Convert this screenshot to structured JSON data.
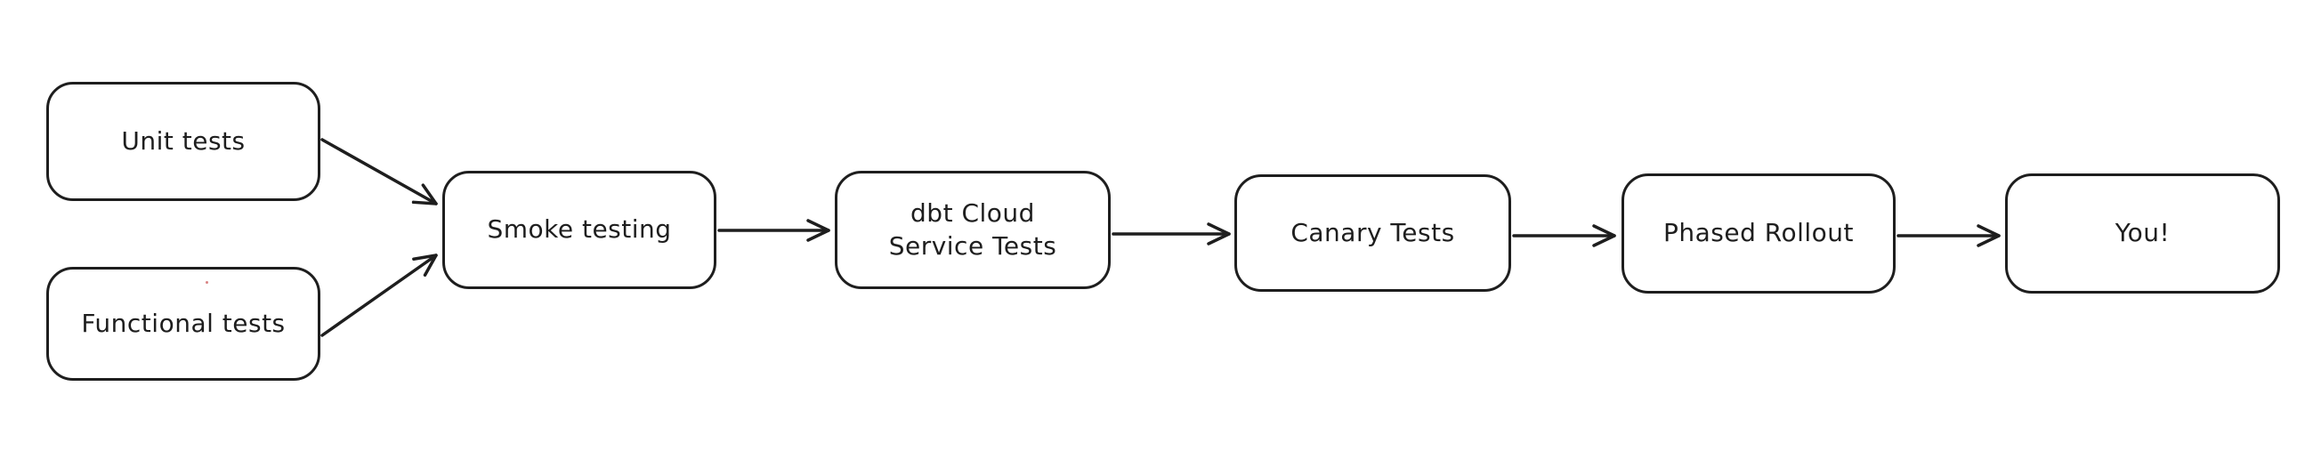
{
  "diagram": {
    "type": "flowchart",
    "background_color": "#ffffff",
    "stroke_color": "#1e1e1e",
    "node_fill_color": "#ffffff",
    "artifact_dot_color": "#d98383",
    "nodes": [
      {
        "id": "unit-tests",
        "label": "Unit tests"
      },
      {
        "id": "functional-tests",
        "label": "Functional tests"
      },
      {
        "id": "smoke-testing",
        "label": "Smoke testing"
      },
      {
        "id": "dbt-cloud-service-tests",
        "label": "dbt Cloud\nService Tests"
      },
      {
        "id": "canary-tests",
        "label": "Canary Tests"
      },
      {
        "id": "phased-rollout",
        "label": "Phased Rollout"
      },
      {
        "id": "you",
        "label": "You!"
      }
    ],
    "edges": [
      {
        "from": "unit-tests",
        "to": "smoke-testing"
      },
      {
        "from": "functional-tests",
        "to": "smoke-testing"
      },
      {
        "from": "smoke-testing",
        "to": "dbt-cloud-service-tests"
      },
      {
        "from": "dbt-cloud-service-tests",
        "to": "canary-tests"
      },
      {
        "from": "canary-tests",
        "to": "phased-rollout"
      },
      {
        "from": "phased-rollout",
        "to": "you"
      }
    ]
  }
}
